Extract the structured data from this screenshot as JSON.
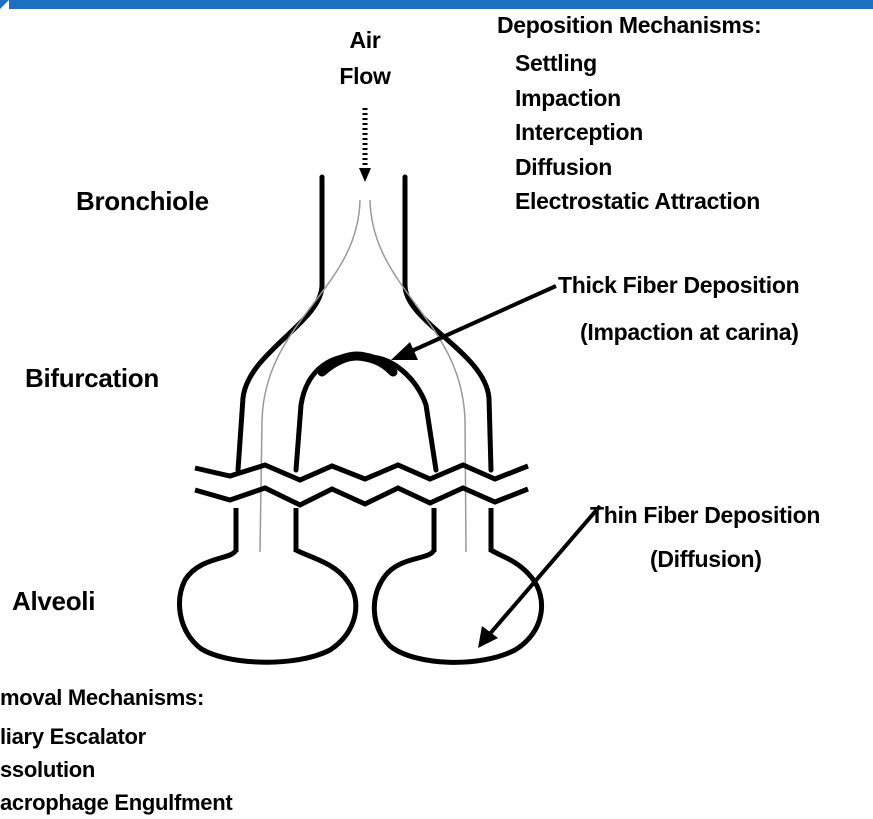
{
  "accent": "#1c6fc2",
  "labels": {
    "air_flow_line1": "Air",
    "air_flow_line2": "Flow",
    "bronchiole": "Bronchiole",
    "bifurcation": "Bifurcation",
    "alveoli": "Alveoli",
    "thick_fiber_line1": "Thick Fiber Deposition",
    "thick_fiber_line2": "(Impaction at carina)",
    "thin_fiber_line1": "Thin Fiber Deposition",
    "thin_fiber_line2": "(Diffusion)"
  },
  "deposition": {
    "heading": "Deposition Mechanisms:",
    "items": [
      "Settling",
      "Impaction",
      "Interception",
      "Diffusion",
      "Electrostatic Attraction"
    ]
  },
  "removal": {
    "heading": "moval Mechanisms:",
    "items": [
      "liary Escalator",
      "ssolution",
      "acrophage Engulfment"
    ]
  }
}
